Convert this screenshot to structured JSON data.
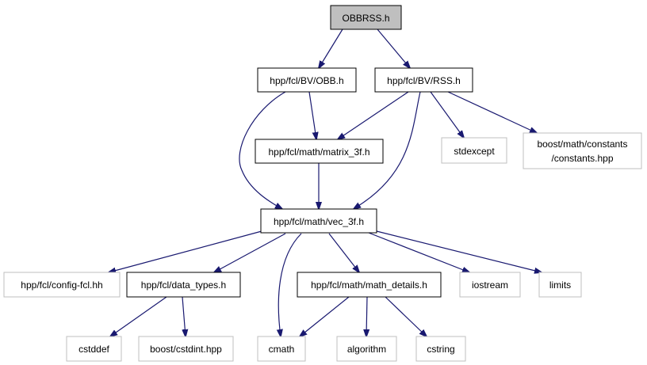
{
  "nodes": {
    "obbrss": "OBBRSS.h",
    "obb": "hpp/fcl/BV/OBB.h",
    "rss": "hpp/fcl/BV/RSS.h",
    "matrix": "hpp/fcl/math/matrix_3f.h",
    "stdexcept": "stdexcept",
    "boost_const_1": "boost/math/constants",
    "boost_const_2": "/constants.hpp",
    "vec": "hpp/fcl/math/vec_3f.h",
    "config": "hpp/fcl/config-fcl.hh",
    "datatypes": "hpp/fcl/data_types.h",
    "mathdetails": "hpp/fcl/math/math_details.h",
    "iostream": "iostream",
    "limits": "limits",
    "cstddef": "cstddef",
    "cstdint": "boost/cstdint.hpp",
    "cmath": "cmath",
    "algorithm": "algorithm",
    "cstring": "cstring"
  },
  "colors": {
    "edge": "#191970",
    "root_fill": "#bfbfbf",
    "internal_border": "#000000",
    "external_border": "#bfbfbf"
  }
}
